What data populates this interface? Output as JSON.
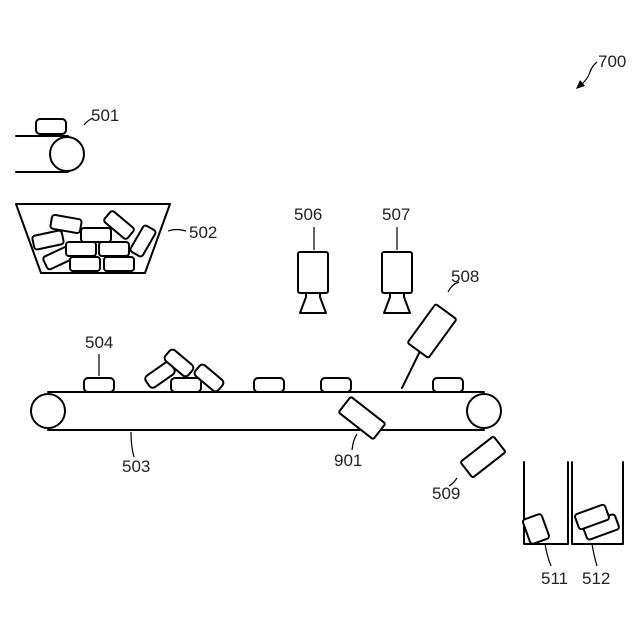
{
  "figure": {
    "ref_700": "700",
    "labels": {
      "l501": "501",
      "l502": "502",
      "l503": "503",
      "l504": "504",
      "l506": "506",
      "l507": "507",
      "l508": "508",
      "l509": "509",
      "l901": "901",
      "l511": "511",
      "l512": "512"
    }
  }
}
